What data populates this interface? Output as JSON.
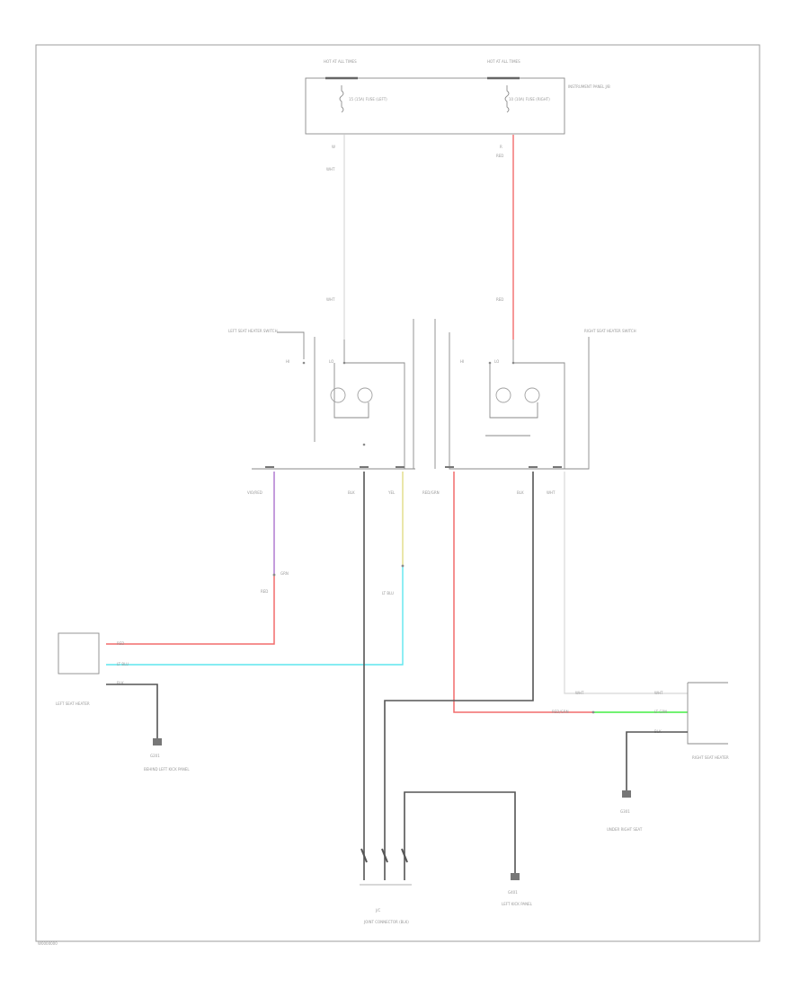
{
  "diagram": {
    "footer_code": "W0000000",
    "colors": {
      "frame": "#9c9c9c",
      "wire_red": "#f26b6b",
      "wire_violet": "#b07ad0",
      "wire_yellow": "#e2dc86",
      "wire_cyan": "#5fe6ee",
      "wire_green": "#5ef05e",
      "wire_black": "#555555",
      "wire_white": "#d8d8d8"
    },
    "top_box": {
      "left_fuse_label": "HOT AT ALL TIMES",
      "right_fuse_label": "HOT AT ALL TIMES",
      "left_fuse_text": "15 (15A) FUSE (LEFT)",
      "right_fuse_text": "10 (10A) FUSE (RIGHT)",
      "box_name": "INSTRUMENT PANEL J/B"
    },
    "switches": {
      "left_name": "LEFT SEAT HEATER SWITCH",
      "right_name": "RIGHT SEAT HEATER SWITCH",
      "pin_labels": [
        "HI",
        "LO",
        "HI",
        "LO"
      ]
    },
    "wire_labels": {
      "w1": "W",
      "w2": "WHT",
      "w3": "WHT",
      "r1": "R",
      "r2": "RED",
      "r3": "RED",
      "vio": "VIO/RED",
      "blk1": "BLK",
      "yel": "YEL",
      "red_grn": "RED/GRN",
      "blk2": "BLK",
      "wht2": "WHT",
      "grn_label": "GRN",
      "ltblu": "LT BLU",
      "red_left": "RED",
      "ltblu_left": "LT BLU",
      "blk_left": "BLK",
      "wht_right1": "WHT",
      "wht_right2": "WHT",
      "red_right": "RED/GRN",
      "grn_right": "LT GRN",
      "blk_right": "BLK"
    },
    "components": {
      "left_heater": "LEFT SEAT HEATER",
      "right_heater": "RIGHT SEAT HEATER",
      "g1": "G201",
      "g1_desc": "BEHIND LEFT KICK PANEL",
      "g2": "G301",
      "g2_desc": "UNDER RIGHT SEAT",
      "g3": "G401",
      "g3_desc": "LEFT KICK PANEL",
      "joint": "J/C",
      "joint_desc": "JOINT CONNECTOR (BLK)"
    }
  }
}
